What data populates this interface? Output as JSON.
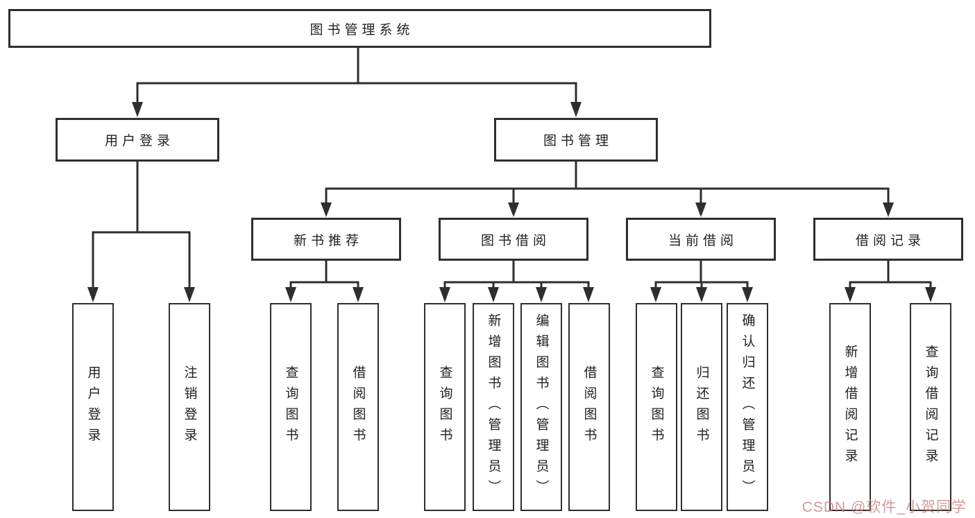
{
  "diagram": {
    "tree": {
      "label": "图书管理系统",
      "children": [
        {
          "label": "用户登录",
          "children": [
            {
              "label": "用户登录"
            },
            {
              "label": "注销登录"
            }
          ]
        },
        {
          "label": "图书管理",
          "children": [
            {
              "label": "新书推荐",
              "children": [
                {
                  "label": "查询图书"
                },
                {
                  "label": "借阅图书"
                }
              ]
            },
            {
              "label": "图书借阅",
              "children": [
                {
                  "label": "查询图书"
                },
                {
                  "label": "新增图书（管理员）"
                },
                {
                  "label": "编辑图书（管理员）"
                },
                {
                  "label": "借阅图书"
                }
              ]
            },
            {
              "label": "当前借阅",
              "children": [
                {
                  "label": "查询图书"
                },
                {
                  "label": "归还图书"
                },
                {
                  "label": "确认归还（管理员）"
                }
              ]
            },
            {
              "label": "借阅记录",
              "children": [
                {
                  "label": "新增借阅记录"
                },
                {
                  "label": "查询借阅记录"
                }
              ]
            }
          ]
        }
      ]
    },
    "colors": {
      "line": "#2e2e2e",
      "text": "#1f1f1f",
      "box_fill": "#ffffff",
      "watermark": "#c57d7d"
    },
    "watermark": {
      "text": "CSDN @软件_小贺同学"
    }
  }
}
